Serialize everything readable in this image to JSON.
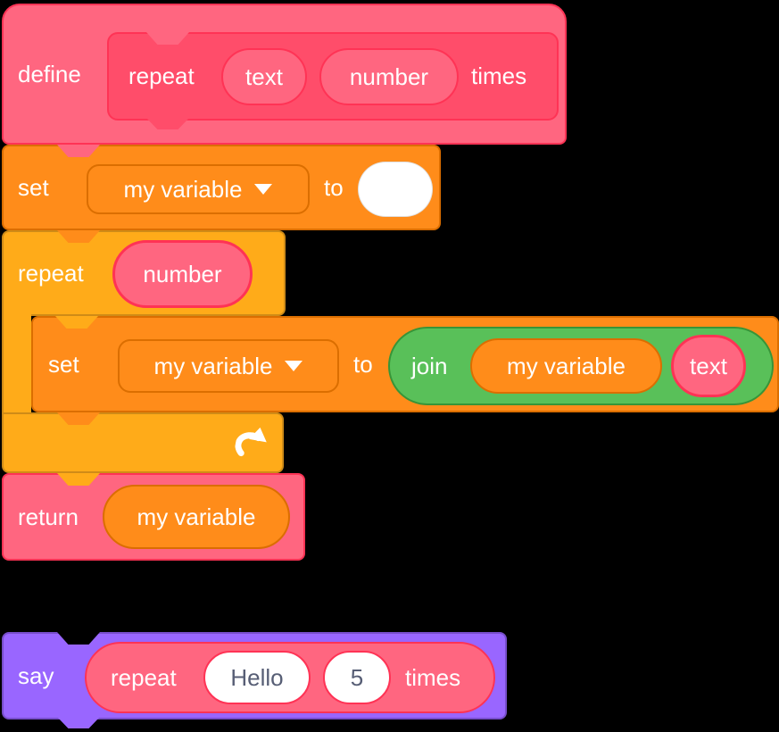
{
  "colors": {
    "background": "#000000",
    "myblocks_primary": "#FF6680",
    "myblocks_secondary": "#FF4D6A",
    "myblocks_tertiary": "#FF3355",
    "variables_primary": "#FF8C1A",
    "variables_tertiary": "#DB6E00",
    "control_primary": "#FFAB19",
    "control_tertiary": "#CF8B17",
    "operators_primary": "#59C059",
    "operators_tertiary": "#389438",
    "looks_primary": "#9966FF",
    "looks_tertiary": "#774DCB",
    "input_text": "#575E75",
    "label_text": "#FFFFFF"
  },
  "define_block": {
    "keyword": "define",
    "prototype": {
      "name": "repeat",
      "param1": "text",
      "param2": "number",
      "suffix": "times"
    }
  },
  "set_block_top": {
    "keyword": "set",
    "variable": "my variable",
    "to": "to",
    "value": ""
  },
  "repeat_block": {
    "keyword": "repeat",
    "count_arg": "number",
    "loop_icon": "loop-arrow"
  },
  "set_block_inner": {
    "keyword": "set",
    "variable": "my variable",
    "to": "to",
    "join": {
      "keyword": "join",
      "arg1": "my variable",
      "arg2": "text"
    }
  },
  "return_block": {
    "keyword": "return",
    "value": "my variable"
  },
  "say_block": {
    "keyword": "say",
    "call": {
      "name": "repeat",
      "arg1": "Hello",
      "arg2": "5",
      "suffix": "times"
    }
  }
}
